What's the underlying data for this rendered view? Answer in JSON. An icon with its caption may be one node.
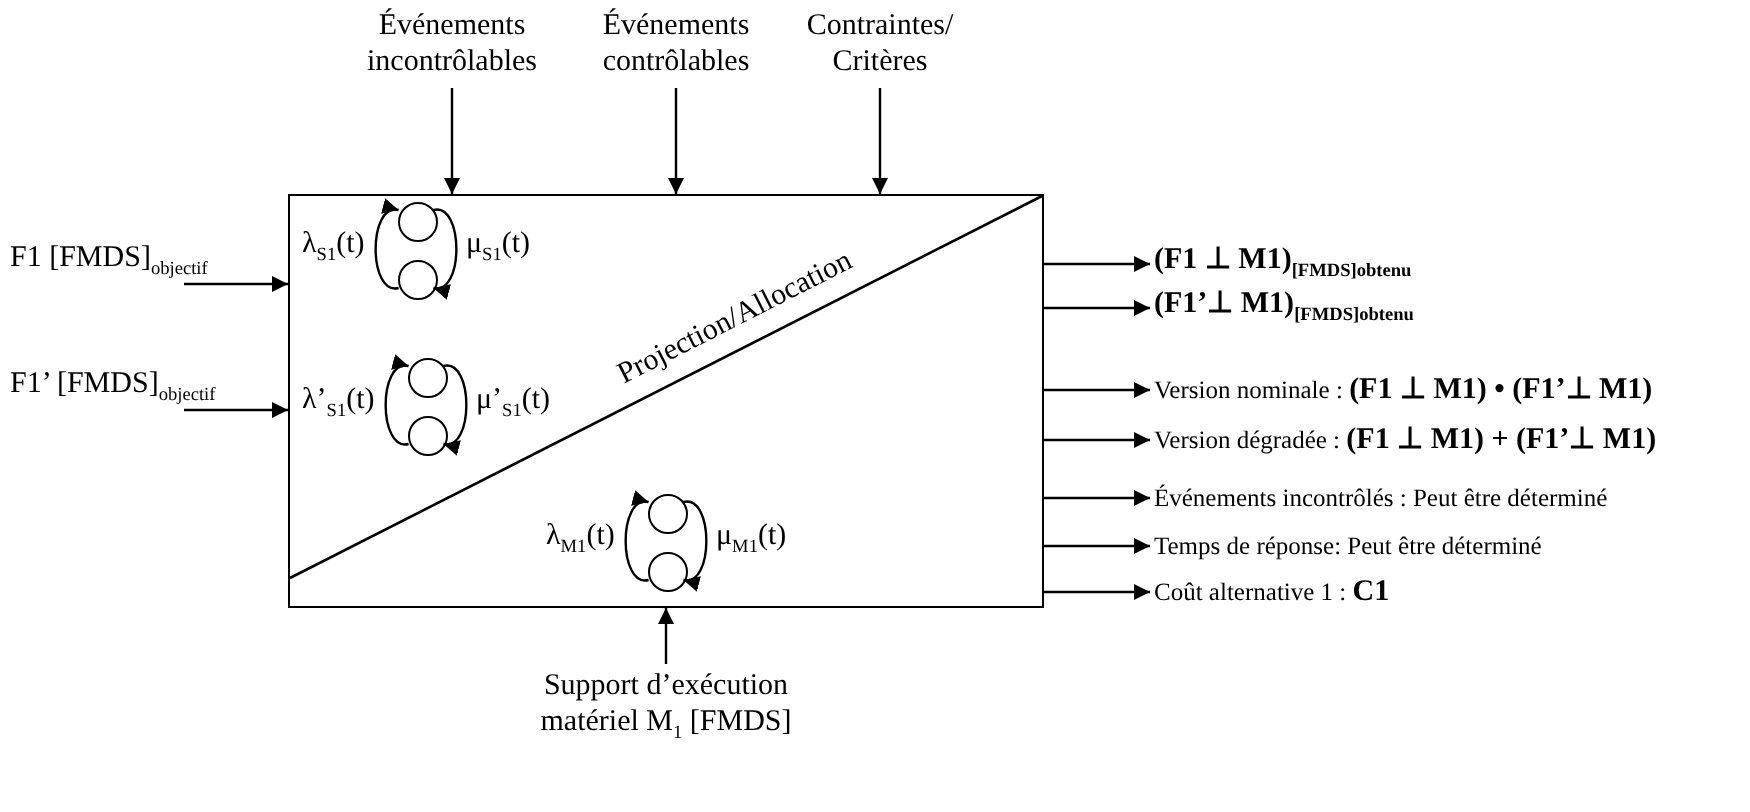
{
  "diagram": {
    "nodes": [
      {
        "text": [
          "Événements incontrôlables"
        ]
      },
      {
        "text": [
          "Événements contrôlables"
        ]
      },
      {
        "text": [
          "Contraintes/ Critères"
        ]
      },
      {
        "text": [
          "F1 [FMDS]$_{objectif}$"
        ]
      },
      {
        "text": [
          "F1’ [FMDS]$_{objectif}$"
        ]
      },
      {
        "text": [
          "Projection/Allocation"
        ]
      },
      {
        "text": [],
        "shape": "circle",
        "in": 5
      },
      {
        "text": [],
        "shape": "circle",
        "in": 5
      },
      {
        "text": [],
        "shape": "circle",
        "in": 5
      },
      {
        "text": [],
        "shape": "circle",
        "in": 5
      },
      {
        "text": [],
        "shape": "circle",
        "in": 5
      },
      {
        "text": [],
        "shape": "circle",
        "in": 5
      },
      {
        "text": [
          "Support d’exécution matériel M$_{1}$ [FMDS]"
        ]
      },
      {
        "text": [
          "(F1 ⊥ M1)$_{[FMDS]}$$_{obtenu}$"
        ]
      },
      {
        "text": [
          "(F1’⊥ M1)$_{[FMDS]}$$_{obtenu}$"
        ]
      },
      {
        "text": [
          "Version nominale : **(F1 ⊥ M1) • (F1’⊥ M1)**"
        ]
      },
      {
        "text": [
          "Version dégradée : **(F1 ⊥ M1) + (F1’⊥ M1)**"
        ]
      },
      {
        "text": [
          "Événements incontrôlés : Peut être déterminé"
        ]
      },
      {
        "text": [
          "Temps de réponse: Peut être déterminé"
        ]
      },
      {
        "text": [
          "Coût alternative 1 : **C1**"
        ]
      }
    ],
    "edges": [
      {
        "from": 0,
        "to": 5,
        "arrow": "to"
      },
      {
        "from": 1,
        "to": 5,
        "arrow": "to"
      },
      {
        "from": 2,
        "to": 5,
        "arrow": "to"
      },
      {
        "from": 3,
        "to": 5,
        "arrow": "to"
      },
      {
        "from": 4,
        "to": 5,
        "arrow": "to"
      },
      {
        "from": 7,
        "to": 6,
        "arrow": "to",
        "label": "λ$_{S1}$(t)"
      },
      {
        "from": 6,
        "to": 7,
        "arrow": "to",
        "label": "μ$_{S1}$(t)"
      },
      {
        "from": 9,
        "to": 8,
        "arrow": "to",
        "label": "λ’$_{S1}$(t)"
      },
      {
        "from": 8,
        "to": 9,
        "arrow": "to",
        "label": "μ’$_{S1}$(t)"
      },
      {
        "from": 11,
        "to": 10,
        "arrow": "to",
        "label": "λ$_{M1}$(t)"
      },
      {
        "from": 10,
        "to": 11,
        "arrow": "to",
        "label": "μ$_{M1}$(t)"
      },
      {
        "from": 12,
        "to": 5,
        "arrow": "to"
      },
      {
        "from": 5,
        "to": 13,
        "arrow": "to"
      },
      {
        "from": 5,
        "to": 14,
        "arrow": "to"
      },
      {
        "from": 5,
        "to": 15,
        "arrow": "to"
      },
      {
        "from": 5,
        "to": 16,
        "arrow": "to"
      },
      {
        "from": 5,
        "to": 17,
        "arrow": "to"
      },
      {
        "from": 5,
        "to": 18,
        "arrow": "to"
      },
      {
        "from": 5,
        "to": 19,
        "arrow": "to"
      }
    ]
  }
}
